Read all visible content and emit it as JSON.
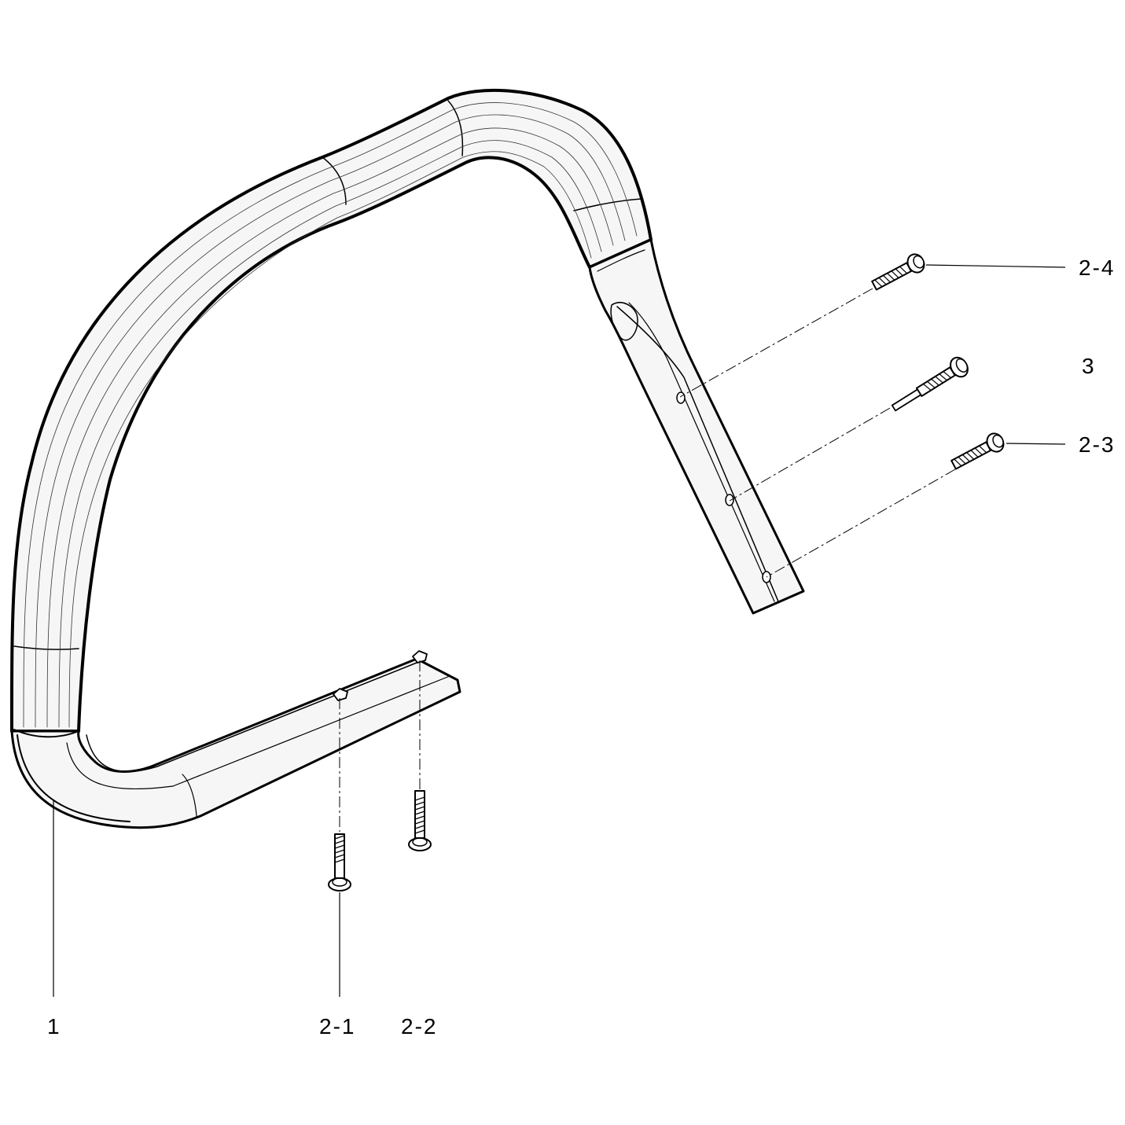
{
  "colors": {
    "line": "#000000",
    "background": "#ffffff",
    "tube_fill": "#f6f6f6"
  },
  "callouts": {
    "handle_bar": "1",
    "screw_2_1": "2-1",
    "screw_2_2": "2-2",
    "screw_2_3": "2-3",
    "screw_2_4": "2-4",
    "screw_3": "3"
  }
}
